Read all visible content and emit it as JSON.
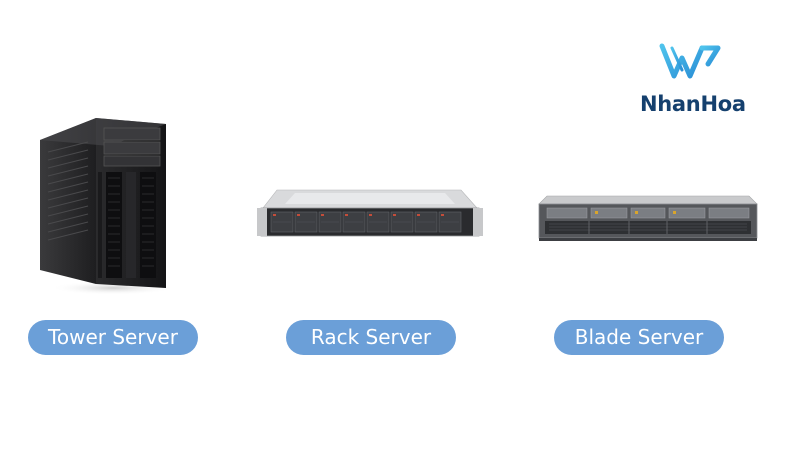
{
  "logo": {
    "brand_name": "NhanHoa",
    "icon": "nhanhoa-logo-mark"
  },
  "servers": [
    {
      "label": "Tower Server",
      "icon": "tower-server-image"
    },
    {
      "label": "Rack Server",
      "icon": "rack-server-image"
    },
    {
      "label": "Blade Server",
      "icon": "blade-server-image"
    }
  ],
  "colors": {
    "label_background": "#6b9fd8",
    "label_text": "#ffffff",
    "logo_text": "#15406e",
    "logo_mark": "#3fb6e6"
  }
}
